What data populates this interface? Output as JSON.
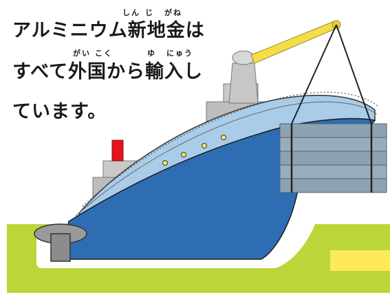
{
  "text": {
    "line1": "アルミニウム新地金は",
    "line2": "すべて外国から輸入し",
    "line3": "ています。",
    "ruby": {
      "shin": "しん",
      "ji": "じ",
      "gane": "がね",
      "gai": "がい",
      "koku": "こく",
      "yu": "ゆ",
      "nyuu": "にゅう"
    }
  },
  "colors": {
    "ground": "#BCD63A",
    "road": "#FFE95A",
    "hull": "#2E6DB4",
    "deck": "#A9CCE8",
    "superstructure": "#C9C9C9",
    "funnel": "#E3141C",
    "crane": "#F3DE4A",
    "cargo": "#8EA3B1",
    "bollard": "#8C8C8C"
  }
}
